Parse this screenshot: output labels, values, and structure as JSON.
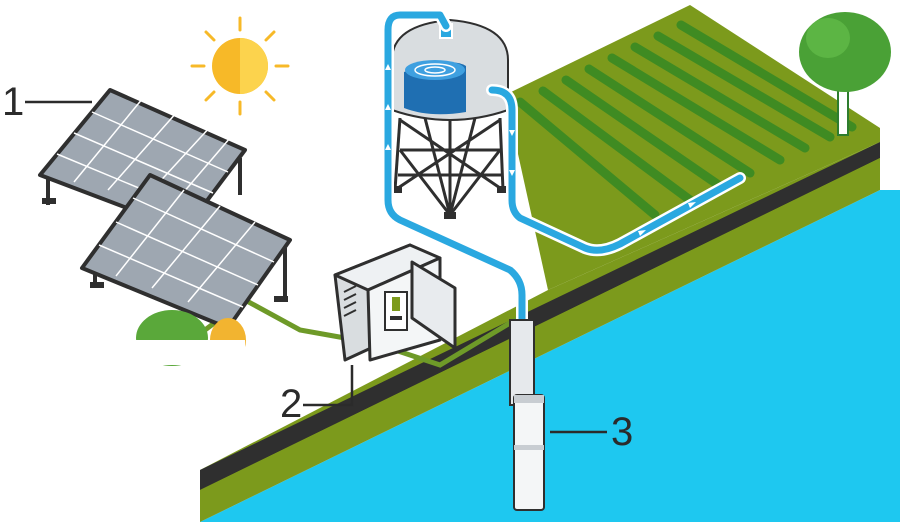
{
  "callouts": [
    {
      "number": "1",
      "target": "solar-panels"
    },
    {
      "number": "2",
      "target": "pump-controller"
    },
    {
      "number": "3",
      "target": "submersible-pump"
    }
  ],
  "colors": {
    "water": "#1ec8f0",
    "field": "#7c9a1c",
    "crop_rows": "#3f8b22",
    "ground_edge": "#2f2f2f",
    "pipe": "#2aa8e0",
    "cable": "#6e9a28",
    "tank": "#d9dde0",
    "tank_water": "#1f6fb2",
    "panel": "#9ea7b1",
    "sun": "#f7b928",
    "tree": "#4aa136"
  },
  "icons": [
    "sun-icon",
    "tree-icon",
    "bush-icon",
    "battery-icon"
  ]
}
